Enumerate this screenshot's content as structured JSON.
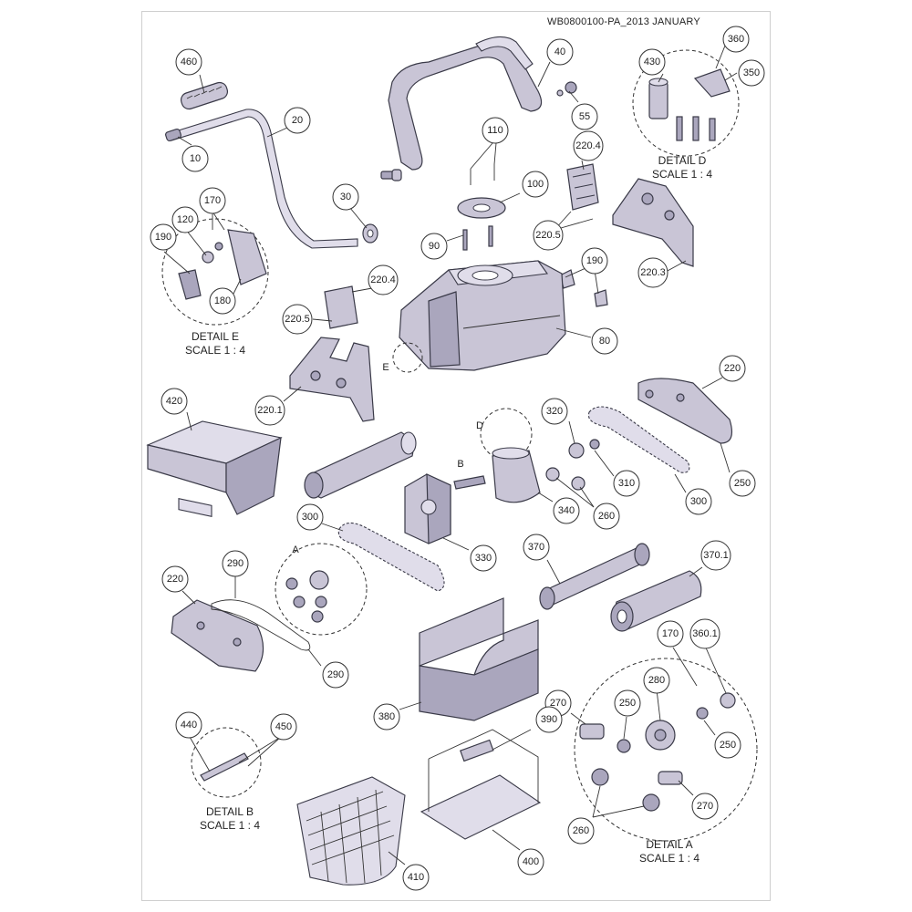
{
  "document": {
    "code": "WB0800100-PA_2013 JANUARY"
  },
  "callouts": [
    {
      "id": "c460",
      "label": "460"
    },
    {
      "id": "c10",
      "label": "10"
    },
    {
      "id": "c20",
      "label": "20"
    },
    {
      "id": "c40",
      "label": "40"
    },
    {
      "id": "c55",
      "label": "55"
    },
    {
      "id": "c430",
      "label": "430"
    },
    {
      "id": "c360",
      "label": "360"
    },
    {
      "id": "c350",
      "label": "350"
    },
    {
      "id": "c110",
      "label": "110"
    },
    {
      "id": "c2204a",
      "label": "220.4"
    },
    {
      "id": "c100",
      "label": "100"
    },
    {
      "id": "c30",
      "label": "30"
    },
    {
      "id": "c170a",
      "label": "170"
    },
    {
      "id": "c120",
      "label": "120"
    },
    {
      "id": "c190a",
      "label": "190"
    },
    {
      "id": "c180",
      "label": "180"
    },
    {
      "id": "c90",
      "label": "90"
    },
    {
      "id": "c2205a",
      "label": "220.5"
    },
    {
      "id": "c2203",
      "label": "220.3"
    },
    {
      "id": "c190b",
      "label": "190"
    },
    {
      "id": "c2204b",
      "label": "220.4"
    },
    {
      "id": "c2205b",
      "label": "220.5"
    },
    {
      "id": "c80",
      "label": "80"
    },
    {
      "id": "c2201",
      "label": "220.1"
    },
    {
      "id": "c420",
      "label": "420"
    },
    {
      "id": "c220a",
      "label": "220"
    },
    {
      "id": "c320",
      "label": "320"
    },
    {
      "id": "c310",
      "label": "310"
    },
    {
      "id": "c250a",
      "label": "250"
    },
    {
      "id": "c300a",
      "label": "300"
    },
    {
      "id": "c340",
      "label": "340"
    },
    {
      "id": "c260a",
      "label": "260"
    },
    {
      "id": "c300b",
      "label": "300"
    },
    {
      "id": "c330",
      "label": "330"
    },
    {
      "id": "c370",
      "label": "370"
    },
    {
      "id": "c3701",
      "label": "370.1"
    },
    {
      "id": "c220b",
      "label": "220"
    },
    {
      "id": "c290a",
      "label": "290"
    },
    {
      "id": "c290b",
      "label": "290"
    },
    {
      "id": "c170b",
      "label": "170"
    },
    {
      "id": "c3601",
      "label": "360.1"
    },
    {
      "id": "c280",
      "label": "280"
    },
    {
      "id": "c270a",
      "label": "270"
    },
    {
      "id": "c250b",
      "label": "250"
    },
    {
      "id": "c250c",
      "label": "250"
    },
    {
      "id": "c380",
      "label": "380"
    },
    {
      "id": "c390",
      "label": "390"
    },
    {
      "id": "c440",
      "label": "440"
    },
    {
      "id": "c450",
      "label": "450"
    },
    {
      "id": "c270b",
      "label": "270"
    },
    {
      "id": "c260b",
      "label": "260"
    },
    {
      "id": "c400",
      "label": "400"
    },
    {
      "id": "c410",
      "label": "410"
    }
  ],
  "details": {
    "d": {
      "title": "DETAIL D",
      "scale": "SCALE 1 : 4"
    },
    "e": {
      "title": "DETAIL E",
      "scale": "SCALE 1 : 4"
    },
    "b": {
      "title": "DETAIL B",
      "scale": "SCALE 1 : 4"
    },
    "a": {
      "title": "DETAIL A",
      "scale": "SCALE 1 : 4"
    }
  },
  "markers": {
    "e": "E",
    "d": "D",
    "b": "B",
    "a": "A"
  }
}
